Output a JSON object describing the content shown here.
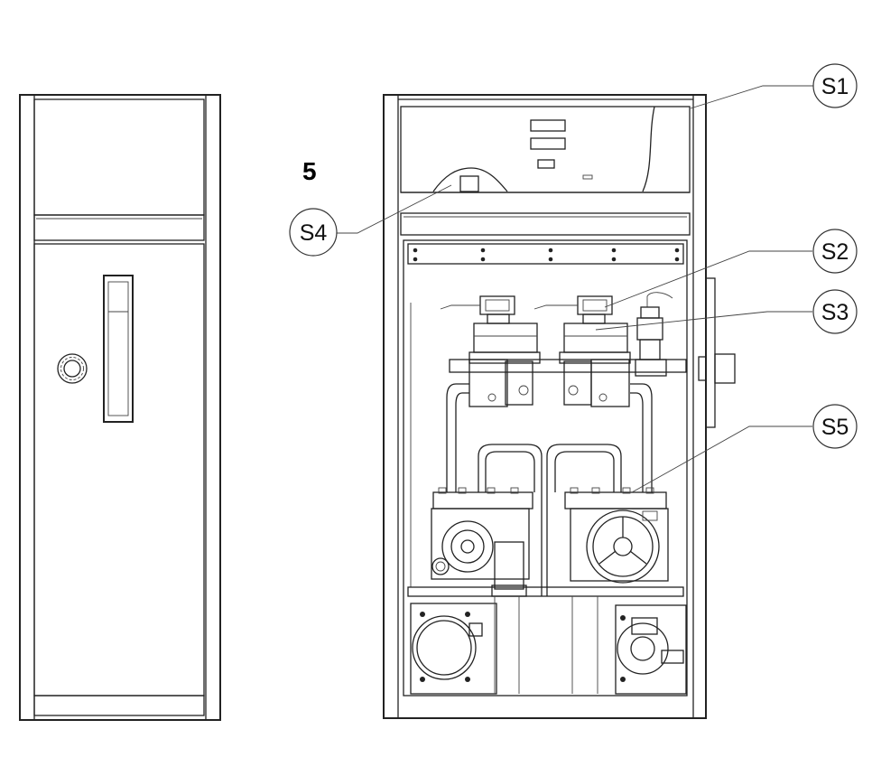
{
  "figure_number": "5",
  "callouts": [
    {
      "id": "s1",
      "label": "S1"
    },
    {
      "id": "s2",
      "label": "S2"
    },
    {
      "id": "s3",
      "label": "S3"
    },
    {
      "id": "s4",
      "label": "S4"
    },
    {
      "id": "s5",
      "label": "S5"
    }
  ],
  "colors": {
    "line": "#222222",
    "background": "#ffffff"
  }
}
